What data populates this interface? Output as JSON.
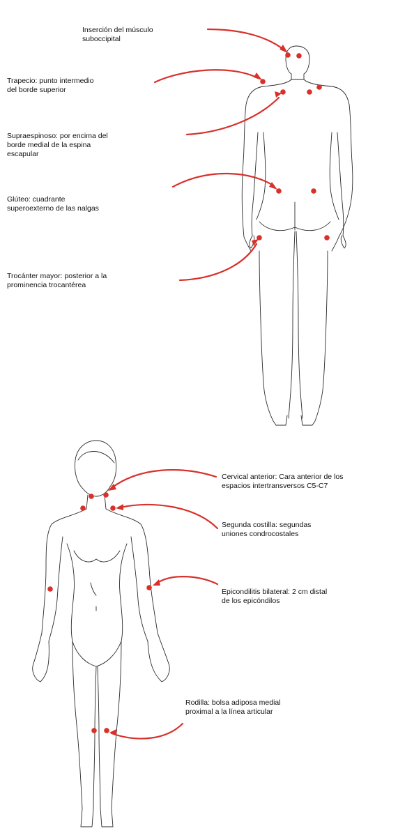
{
  "colors": {
    "marker": "#d8302a",
    "outline": "#2a2a2a",
    "text": "#111111",
    "background": "#ffffff"
  },
  "figure_back": {
    "labels": [
      {
        "lines": [
          "Inserción del músculo",
          "suboccipital"
        ]
      },
      {
        "lines": [
          "Trapecio: punto intermedio",
          "del borde superior"
        ]
      },
      {
        "lines": [
          "Supraespinoso: por encima del",
          "borde medial de la espina",
          "escapular"
        ]
      },
      {
        "lines": [
          "Glúteo: cuadrante",
          "superoexterno de las nalgas"
        ]
      },
      {
        "lines": [
          "Trocánter mayor: posterior a la",
          "prominencia trocantérea"
        ]
      }
    ]
  },
  "figure_front": {
    "labels": [
      {
        "lines": [
          "Cervical anterior: Cara anterior de los",
          "espacios intertransversos C5-C7"
        ]
      },
      {
        "lines": [
          "Segunda costilla: segundas",
          "uniones condrocostales"
        ]
      },
      {
        "lines": [
          "Epicondilitis bilateral: 2 cm distal",
          "de los epicóndilos"
        ]
      },
      {
        "lines": [
          "Rodilla: bolsa adiposa medial",
          "proximal a la línea articular"
        ]
      }
    ]
  }
}
